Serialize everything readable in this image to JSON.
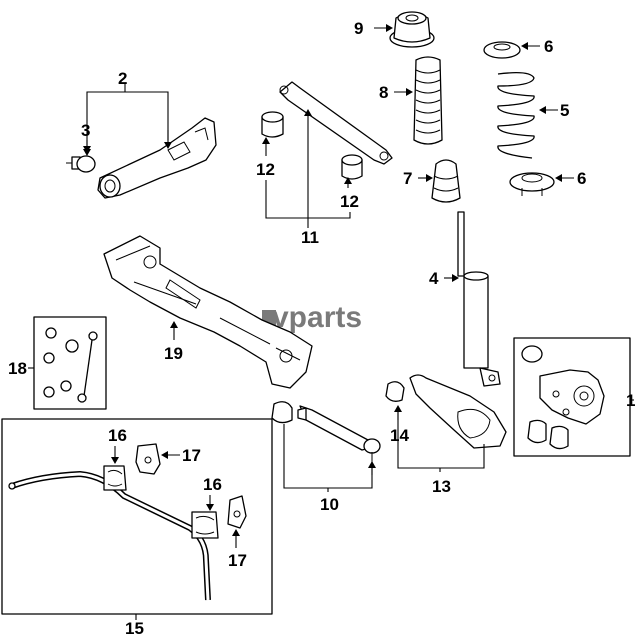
{
  "diagram": {
    "watermark": "vparts",
    "callouts": {
      "c1": "1",
      "c2": "2",
      "c3": "3",
      "c4": "4",
      "c5": "5",
      "c6a": "6",
      "c6b": "6",
      "c7": "7",
      "c8": "8",
      "c9": "9",
      "c10": "10",
      "c11": "11",
      "c12a": "12",
      "c12b": "12",
      "c13": "13",
      "c14": "14",
      "c15": "15",
      "c16a": "16",
      "c16b": "16",
      "c17a": "17",
      "c17b": "17",
      "c18": "18",
      "c19": "19"
    }
  }
}
